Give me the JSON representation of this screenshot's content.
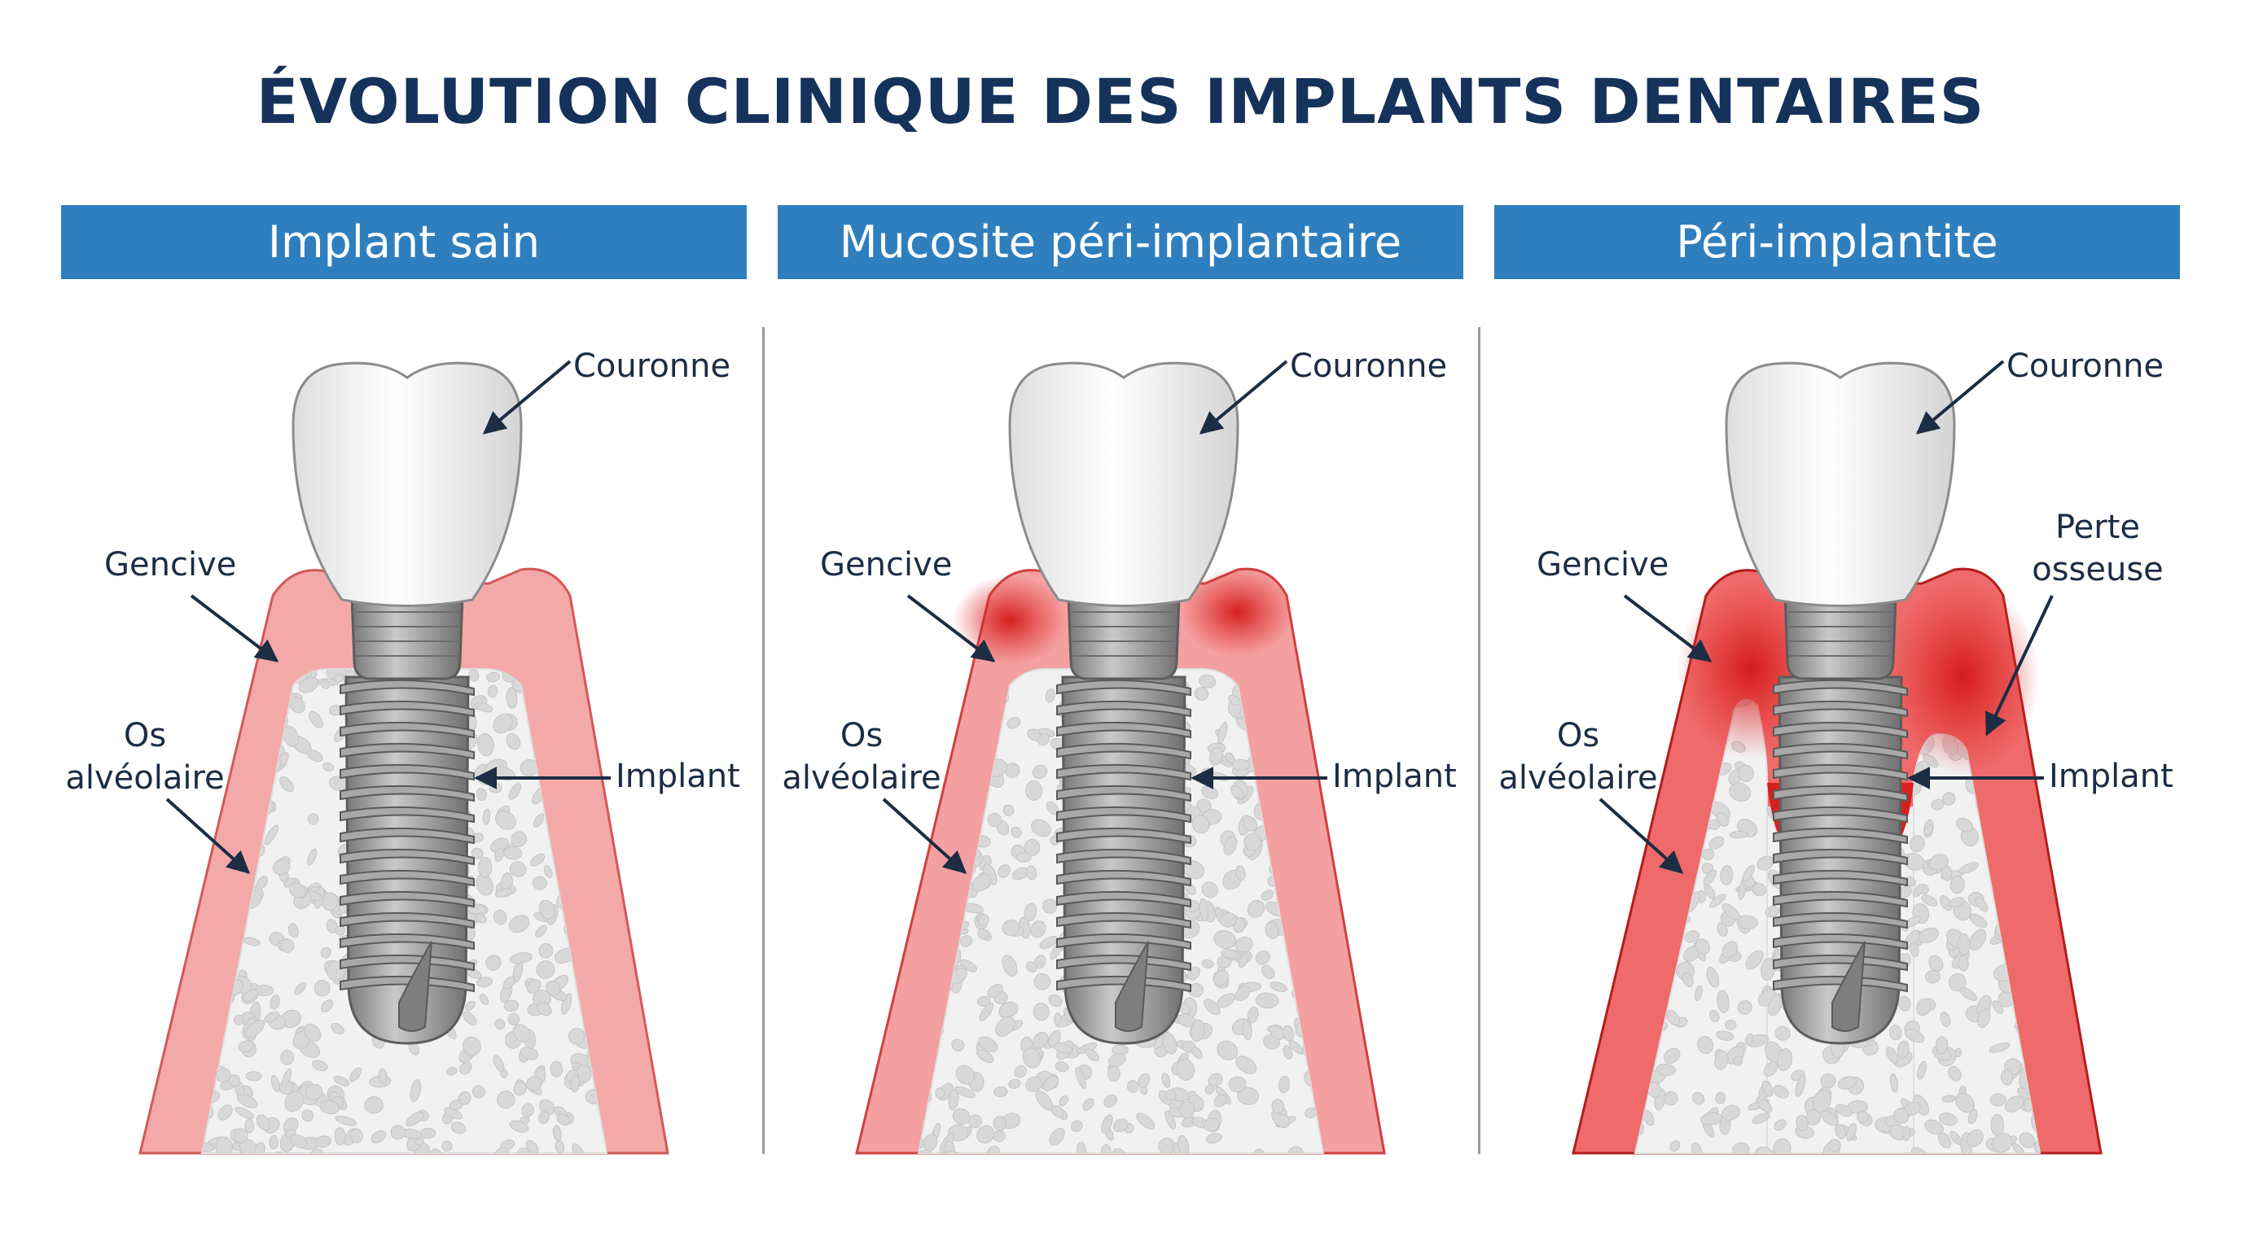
{
  "title": "ÉVOLUTION CLINIQUE DES IMPLANTS DENTAIRES",
  "colors": {
    "title": "#15325b",
    "header_bg": "#2f7fbf",
    "gum_healthy": "#f2a6a6",
    "gum_inflamed": "#e02828",
    "bone": "#f2f2f2",
    "implant": "#9a9a9a",
    "crown": "#f5f5f5",
    "label_text": "#1c2d44"
  },
  "panels": [
    {
      "header": "Implant sain",
      "state": "healthy",
      "labels": {
        "crown": "Couronne",
        "gum": "Gencive",
        "bone_line1": "Os",
        "bone_line2": "alvéolaire",
        "implant": "Implant"
      }
    },
    {
      "header": "Mucosite péri-implantaire",
      "state": "mucositis",
      "labels": {
        "crown": "Couronne",
        "gum": "Gencive",
        "bone_line1": "Os",
        "bone_line2": "alvéolaire",
        "implant": "Implant"
      }
    },
    {
      "header": "Péri-implantite",
      "state": "peri-implantitis",
      "labels": {
        "crown": "Couronne",
        "gum": "Gencive",
        "bone_line1": "Os",
        "bone_line2": "alvéolaire",
        "implant": "Implant",
        "bone_loss_line1": "Perte",
        "bone_loss_line2": "osseuse"
      }
    }
  ]
}
